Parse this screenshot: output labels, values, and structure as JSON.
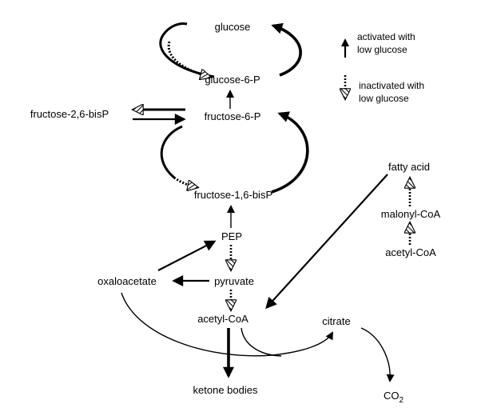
{
  "nodes": {
    "glucose": "glucose",
    "glucose_6_p": "glucose-6-P",
    "fructose_6_p": "fructose-6-P",
    "fructose_2_6_bisp": "fructose-2,6-bisP",
    "fructose_1_6_bisp": "fructose-1,6-bisP",
    "pep": "PEP",
    "pyruvate": "pyruvate",
    "oxaloacetate": "oxaloacetate",
    "acetyl_coa": "acetyl-CoA",
    "citrate": "citrate",
    "ketone_bodies": "ketone bodies",
    "co2_base": "CO",
    "co2_sub": "2",
    "fatty_acid": "fatty  acid",
    "malonyl_coa": "malonyl-CoA",
    "acetyl_coa_right": "acetyl-CoA"
  },
  "legend": {
    "activated_line1": "activated  with",
    "activated_line2": "low  glucose",
    "inactivated_line1": "inactivated  with",
    "inactivated_line2": "low  glucose"
  }
}
